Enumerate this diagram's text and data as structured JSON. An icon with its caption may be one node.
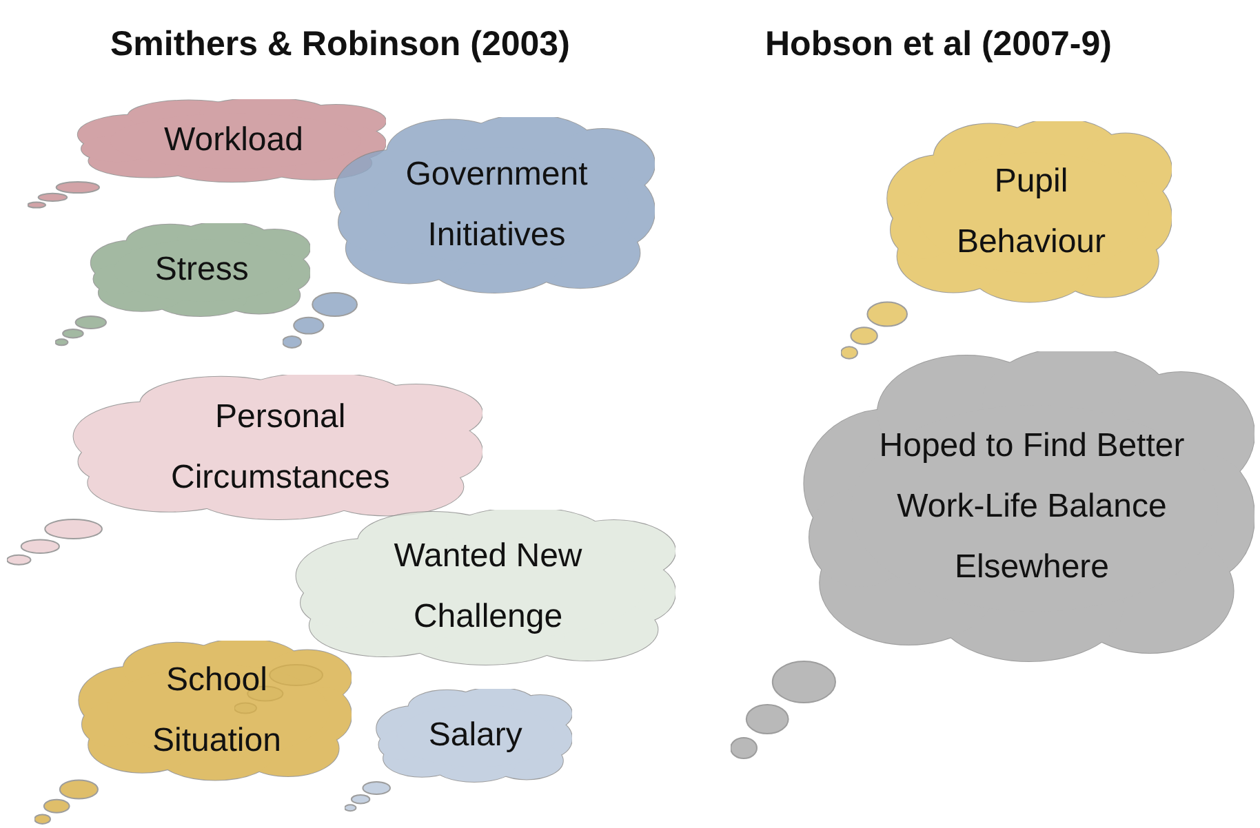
{
  "diagram": {
    "nodes": [
      {
        "text": [
          "Workload"
        ]
      },
      {
        "text": [
          "Government Initiatives"
        ]
      },
      {
        "text": [
          "Stress"
        ]
      },
      {
        "text": [
          "Personal Circumstances"
        ]
      },
      {
        "text": [
          "Wanted New Challenge"
        ]
      },
      {
        "text": [
          "School Situation"
        ]
      },
      {
        "text": [
          "Salary"
        ]
      },
      {
        "text": [
          "Pupil Behaviour"
        ]
      },
      {
        "text": [
          "Hoped to Find Better Work-Life Balance Elsewhere"
        ]
      }
    ],
    "labels": [
      "Smithers & Robinson (2003)",
      "Hobson et al (2007-9)"
    ]
  }
}
